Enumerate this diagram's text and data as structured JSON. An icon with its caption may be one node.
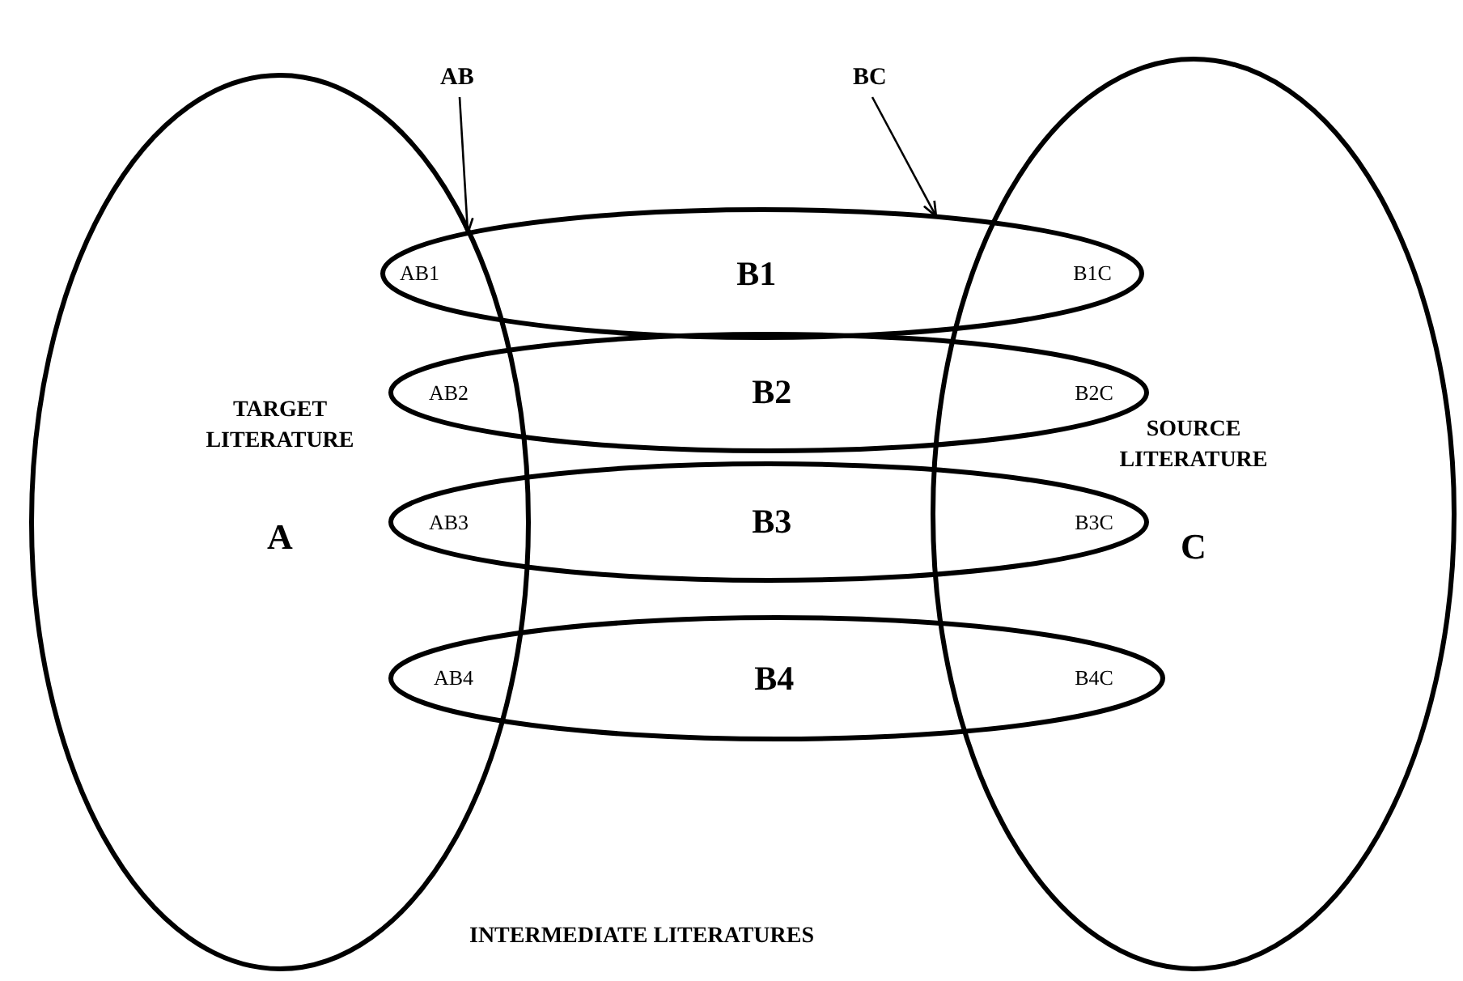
{
  "diagram": {
    "nodes": [
      {
        "text": [
          "AB"
        ]
      },
      {
        "text": [
          "BC"
        ]
      },
      {
        "text": [
          "TARGET LITERATURE",
          "A"
        ]
      },
      {
        "text": [
          "AB1",
          "B1",
          "B1C"
        ]
      },
      {
        "text": [
          "AB2",
          "B2",
          "B2C"
        ]
      },
      {
        "text": [
          "AB3",
          "B3",
          "B3C"
        ]
      },
      {
        "text": [
          "AB4",
          "B4",
          "B4C"
        ]
      },
      {
        "text": [
          "SOURCE LITERATURE",
          "C"
        ]
      }
    ],
    "edges": [
      {
        "from": 0,
        "to": 3,
        "arrow": "to"
      },
      {
        "from": 1,
        "to": 3,
        "arrow": "to"
      }
    ],
    "labels": [
      "INTERMEDIATE LITERATURES"
    ]
  }
}
